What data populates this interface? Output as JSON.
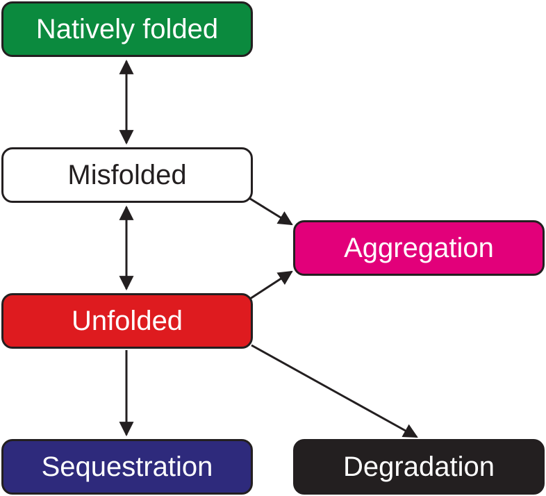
{
  "nodes": {
    "natively_folded": {
      "label": "Natively folded",
      "color": "#0b8a3e"
    },
    "misfolded": {
      "label": "Misfolded",
      "color": "#ffffff"
    },
    "aggregation": {
      "label": "Aggregation",
      "color": "#e2007a"
    },
    "unfolded": {
      "label": "Unfolded",
      "color": "#de1b1f"
    },
    "sequestration": {
      "label": "Sequestration",
      "color": "#2e2a7c"
    },
    "degradation": {
      "label": "Degradation",
      "color": "#231f20"
    }
  },
  "edges": [
    {
      "from": "natively_folded",
      "to": "misfolded",
      "direction": "both"
    },
    {
      "from": "misfolded",
      "to": "unfolded",
      "direction": "both"
    },
    {
      "from": "misfolded",
      "to": "aggregation",
      "direction": "forward"
    },
    {
      "from": "unfolded",
      "to": "aggregation",
      "direction": "forward"
    },
    {
      "from": "unfolded",
      "to": "sequestration",
      "direction": "forward"
    },
    {
      "from": "unfolded",
      "to": "degradation",
      "direction": "forward"
    }
  ],
  "arrow_color": "#231f20"
}
